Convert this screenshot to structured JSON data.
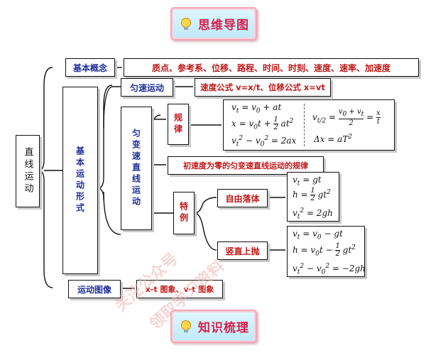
{
  "banners": {
    "top": "思维导图",
    "bottom": "知识梳理"
  },
  "nodes": {
    "root": "直线运动",
    "basic_concepts": "基本概念",
    "basic_concepts_detail": "质点、参考系、位移、路程、时间、时刻、速度、速率、加速度",
    "basic_forms": "基本运动形式",
    "uniform_motion": "匀速运动",
    "uniform_motion_detail": "速度公式 v=x/t、位移公式 x=vt",
    "uniformly_accelerated": "匀变速直线运动",
    "rules": "规律",
    "zero_initial_velocity": "初速度为零的匀变速直线运动的规律",
    "special_cases": "特例",
    "free_fall": "自由落体",
    "vertical_throw": "竖直上抛",
    "motion_graphs": "运动图像",
    "motion_graphs_detail": "x-t 图象、v-t 图象"
  },
  "watermark": {
    "line1": "关注公众号",
    "line2": "领取学习资料"
  },
  "colors": {
    "blue": "#1f2f9c",
    "red": "#c01818",
    "banner_text": "#d8204a"
  },
  "icons": [
    "lightbulb-icon"
  ]
}
